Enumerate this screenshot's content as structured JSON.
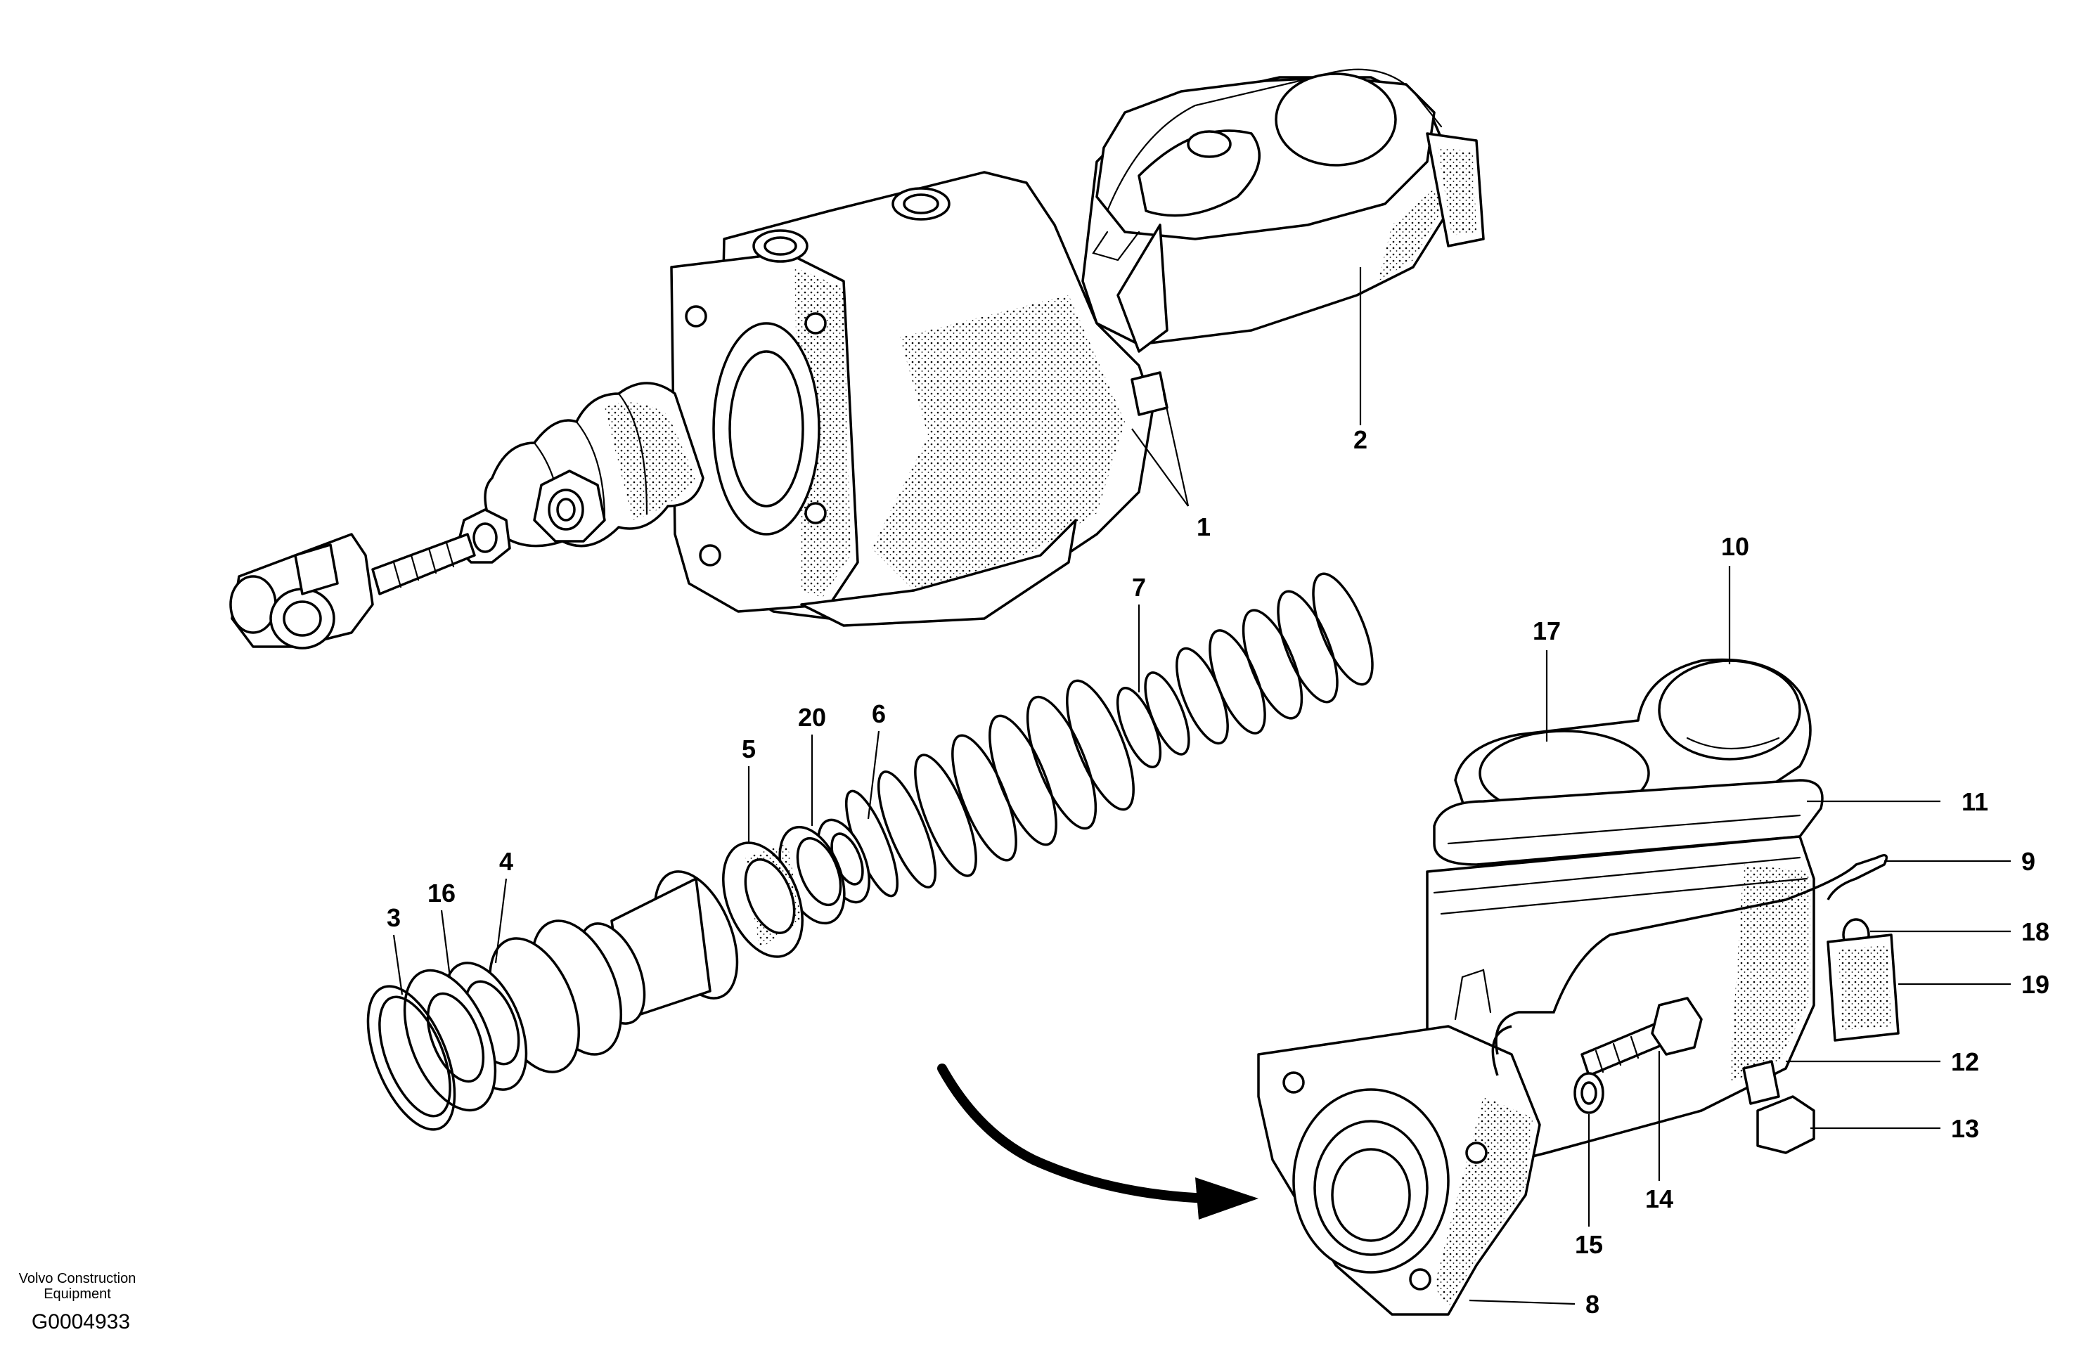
{
  "footer": {
    "company_line1": "Volvo Construction",
    "company_line2": "Equipment",
    "drawing_code": "G0004933"
  },
  "callouts": {
    "c1": "1",
    "c2": "2",
    "c3": "3",
    "c4": "4",
    "c5": "5",
    "c6": "6",
    "c7": "7",
    "c8": "8",
    "c9": "9",
    "c10": "10",
    "c11": "11",
    "c12": "12",
    "c13": "13",
    "c14": "14",
    "c15": "15",
    "c16": "16",
    "c17": "17",
    "c18": "18",
    "c19": "19",
    "c20": "20"
  }
}
